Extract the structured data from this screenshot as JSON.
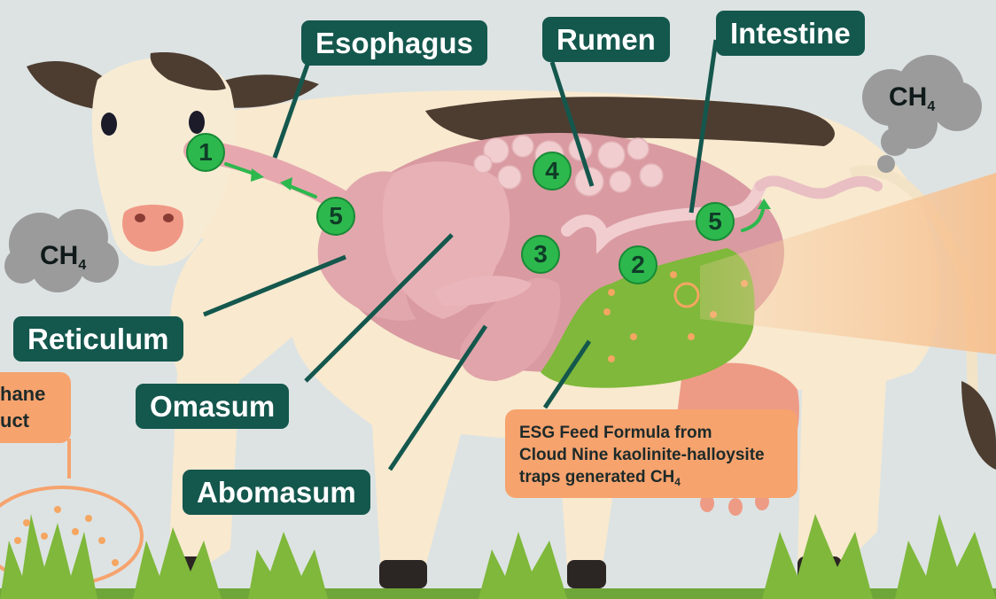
{
  "organs": {
    "esophagus": "Esophagus",
    "rumen": "Rumen",
    "intestine": "Intestine",
    "reticulum": "Reticulum",
    "omasum": "Omasum",
    "abomasum": "Abomasum"
  },
  "steps": {
    "mouth": "1",
    "grass": "2",
    "reticulum_passage": "3",
    "rumen_bubbles": "4",
    "regurgitation": "5",
    "intestine_exit": "5"
  },
  "gas": {
    "formula": "CH",
    "subscript": "4"
  },
  "callout": {
    "line1": "ESG Feed Formula from",
    "line2": "Cloud Nine kaolinite-halloysite",
    "line3_main": "traps generated CH",
    "line3_sub": "4"
  },
  "left_callout": {
    "line1": "hane",
    "line2": "uct"
  },
  "colors": {
    "label_bg": "#14574d",
    "step_circle": "#2db84e",
    "stomach": "#d99aa1",
    "callout": "#f6a36e",
    "grass": "#7fb83a",
    "background": "#dde3e3"
  }
}
